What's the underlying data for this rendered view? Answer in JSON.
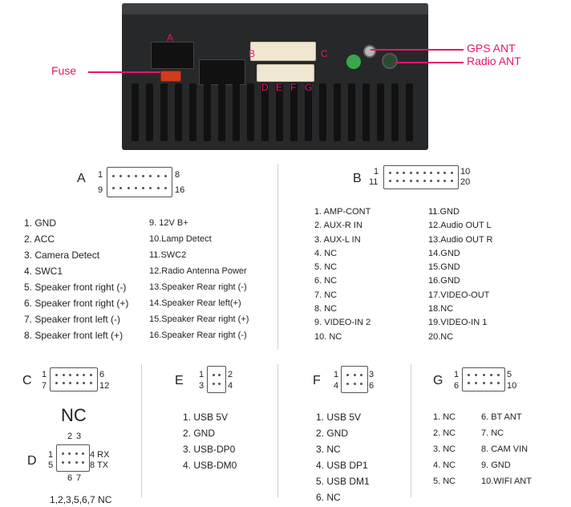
{
  "callouts": {
    "a": "A",
    "b": "B",
    "c": "C",
    "defg": [
      "D",
      "E",
      "F",
      "G"
    ],
    "fuse": "Fuse",
    "gps": "GPS ANT",
    "radio": "Radio ANT"
  },
  "A": {
    "label": "A",
    "n1": "1",
    "n8": "8",
    "n9": "9",
    "n16": "16",
    "left": [
      "1. GND",
      "2. ACC",
      "3. Camera Detect",
      "4. SWC1",
      "5. Speaker front right (-)",
      "6. Speaker front right (+)",
      "7. Speaker front left (-)",
      "8. Speaker front left (+)"
    ],
    "right": [
      "9.  12V B+",
      "10.Lamp Detect",
      "11.SWC2",
      "12.Radio Antenna Power",
      "13.Speaker Rear right (-)",
      "14.Speaker Rear left(+)",
      "15.Speaker Rear right (+)",
      "16.Speaker Rear right  (-)"
    ]
  },
  "B": {
    "label": "B",
    "n1": "1",
    "n10": "10",
    "n11": "11",
    "n20": "20",
    "left": [
      "1.  AMP-CONT",
      "2.  AUX-R IN",
      "3.  AUX-L IN",
      "4.  NC",
      "5.  NC",
      "6.  NC",
      "7.  NC",
      "8.  NC",
      "9.  VIDEO-IN 2",
      "10.  NC"
    ],
    "right": [
      "11.GND",
      "12.Audio OUT  L",
      "13.Audio OUT  R",
      "14.GND",
      "15.GND",
      "16.GND",
      "17.VIDEO-OUT",
      "18.NC",
      "19.VIDEO-IN 1",
      "20.NC"
    ]
  },
  "C": {
    "label": "C",
    "n1": "1",
    "n6": "6",
    "n7": "7",
    "n12": "12",
    "note": "NC"
  },
  "D": {
    "label": "D",
    "n1": "1",
    "n2": "2",
    "n3": "3",
    "n4rx": "4  RX",
    "n5": "5",
    "n8tx": "8  TX",
    "n6": "6",
    "n7": "7",
    "note": "1,2,3,5,6,7  NC"
  },
  "E": {
    "label": "E",
    "n1": "1",
    "n2": "2",
    "n3": "3",
    "n4": "4",
    "items": [
      "1. USB 5V",
      "2. GND",
      "3. USB-DP0",
      "4. USB-DM0"
    ]
  },
  "F": {
    "label": "F",
    "n1": "1",
    "n3": "3",
    "n4": "4",
    "n6": "6",
    "items": [
      "1. USB 5V",
      "2. GND",
      "3. NC",
      "4. USB DP1",
      "5. USB DM1",
      "6. NC"
    ]
  },
  "G": {
    "label": "G",
    "n1": "1",
    "n5": "5",
    "n6": "6",
    "n10": "10",
    "left": [
      "1. NC",
      "2. NC",
      "3. NC",
      "4. NC",
      "5. NC"
    ],
    "right": [
      "6.  BT ANT",
      "7.  NC",
      "8.  CAM VIN",
      "9.  GND",
      "10.WIFI ANT"
    ]
  },
  "colors": {
    "accent": "#e8136e",
    "plug": "#efe7d0",
    "badge": "#3aa84a"
  }
}
